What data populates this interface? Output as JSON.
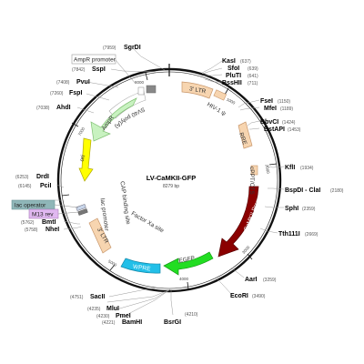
{
  "plasmid": {
    "name": "LV-CaMKII-GFP",
    "size_label": "8279 bp",
    "length": 8279
  },
  "ticks": [
    {
      "pos": 1000,
      "label": "1000"
    },
    {
      "pos": 2000,
      "label": "2000"
    },
    {
      "pos": 3000,
      "label": "3000"
    },
    {
      "pos": 4000,
      "label": "4000"
    },
    {
      "pos": 5000,
      "label": "5000"
    },
    {
      "pos": 6000,
      "label": "6000"
    },
    {
      "pos": 7000,
      "label": "7000"
    },
    {
      "pos": 8000,
      "label": "8000"
    }
  ],
  "sites": [
    {
      "name": "SgrDI",
      "pos": "(7959)"
    },
    {
      "name": "SspI",
      "pos": "(7842)"
    },
    {
      "name": "PvuI",
      "pos": "(7408)"
    },
    {
      "name": "FspI",
      "pos": "(7260)"
    },
    {
      "name": "AhdI",
      "pos": "(7038)"
    },
    {
      "name": "KasI",
      "pos": "(637)"
    },
    {
      "name": "SfoI",
      "pos": "(639)"
    },
    {
      "name": "PluTI",
      "pos": "(641)"
    },
    {
      "name": "BssHII",
      "pos": "(711)"
    },
    {
      "name": "FseI",
      "pos": "(1150)"
    },
    {
      "name": "MfeI",
      "pos": "(1189)"
    },
    {
      "name": "BbvCI",
      "pos": "(1424)"
    },
    {
      "name": "BstAPI",
      "pos": "(1453)"
    },
    {
      "name": "KflI",
      "pos": "(1934)"
    },
    {
      "name": "BspDI - ClaI",
      "pos": "(2180)"
    },
    {
      "name": "SphI",
      "pos": "(2359)"
    },
    {
      "name": "Tth111I",
      "pos": "(2669)"
    },
    {
      "name": "AarI",
      "pos": "(3259)"
    },
    {
      "name": "EcoRI",
      "pos": "(3490)"
    },
    {
      "name": "BsrGI",
      "pos": "(4210)"
    },
    {
      "name": "BamHI",
      "pos": "(4221)"
    },
    {
      "name": "PmeI",
      "pos": "(4230)"
    },
    {
      "name": "MluI",
      "pos": "(4235)"
    },
    {
      "name": "SacII",
      "pos": "(4751)"
    },
    {
      "name": "BmtI",
      "pos": "(5762)"
    },
    {
      "name": "NheI",
      "pos": "(5758)"
    },
    {
      "name": "DrdI",
      "pos": "(6253)"
    },
    {
      "name": "PciI",
      "pos": "(6145)"
    }
  ],
  "features": {
    "ampr_promoter": "AmpR promoter",
    "sv40_polya": "SV40 poly(A) signal",
    "ampr": "AmpR",
    "ori": "ori",
    "ltr_3_top": "3' LTR",
    "hiv1_psi": "HIV-1 ψ",
    "rre": "RRE",
    "cppt": "cPPT/CTS",
    "camkii": "CaMKII Promoter",
    "egfp": "EGFP",
    "wpre": "WPRE",
    "factor_xa": "Factor Xa site",
    "ltr_3_bottom": "3' LTR",
    "lac_promoter": "lac promoter",
    "cap_site": "CAP binding site",
    "lac_operator": "lac operator",
    "m13_rev": "M13 rev"
  },
  "colors": {
    "ring": "#111111",
    "ltr": "#f7d5b0",
    "ltr_stroke": "#c8966a",
    "ampr": "#c8f2c0",
    "ampr_stroke": "#7fbf72",
    "ori": "#ffff00",
    "ori_stroke": "#b0a800",
    "camkii": "#8b0000",
    "egfp": "#22dd22",
    "wpre": "#22bfe8",
    "lac_operator_box": "#8fb6b8",
    "m13_box": "#e0b8f0",
    "ampr_promoter_box": "#ffffff"
  }
}
